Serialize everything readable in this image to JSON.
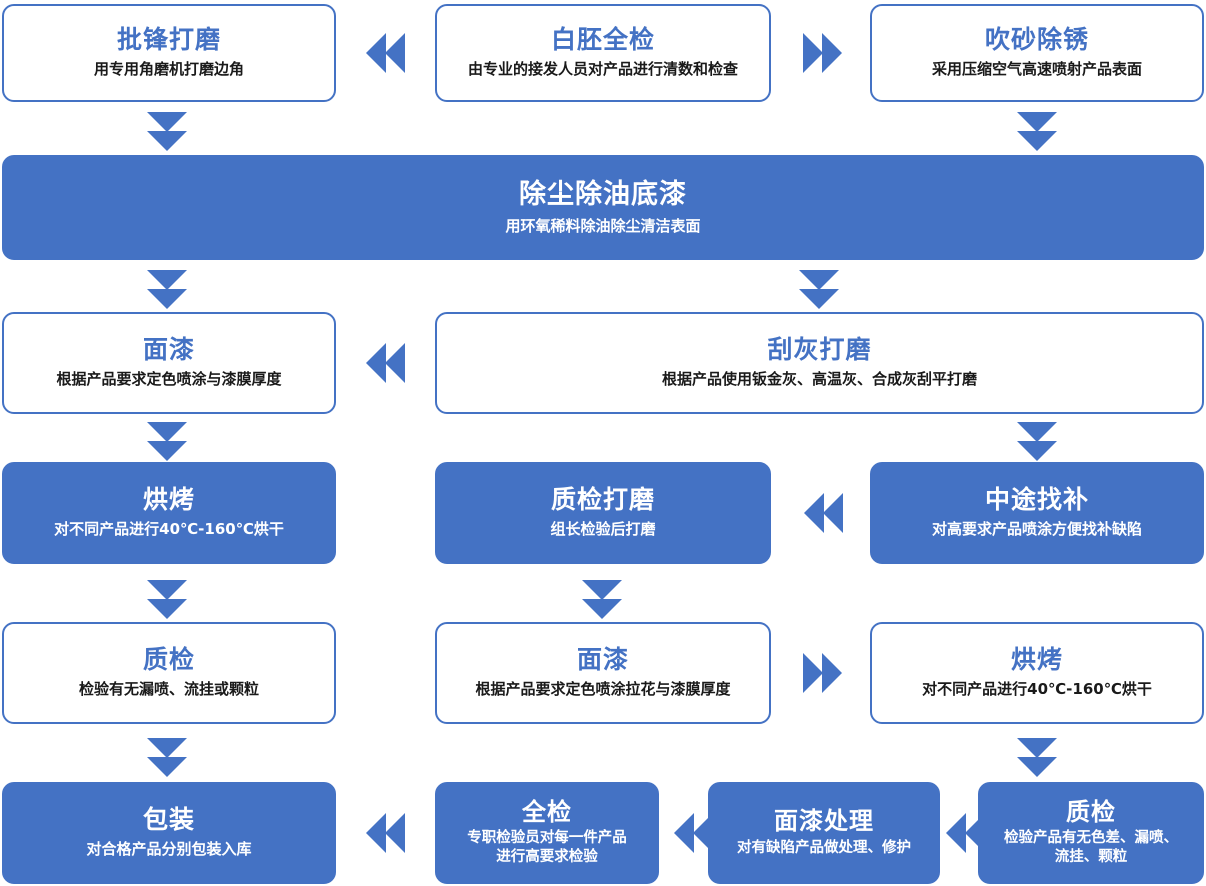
{
  "theme": {
    "accent": "#4472C4",
    "box_fill_white": "#FFFFFF",
    "box_fill_blue": "#4472C4",
    "title_color_on_white": "#4472C4",
    "title_color_on_blue": "#FFFFFF",
    "subtitle_color_on_white": "#1A1A1A",
    "subtitle_color_on_blue": "#FFFFFF",
    "arrow_color": "#4472C4",
    "page_background": "#FFFFFF"
  },
  "flow": {
    "nodes": [
      {
        "id": "n1",
        "title": "批锋打磨",
        "sub": "用专用角磨机打磨边角",
        "style": "white"
      },
      {
        "id": "n2",
        "title": "白胚全检",
        "sub": "由专业的接发人员对产品进行清数和检查",
        "style": "white"
      },
      {
        "id": "n3",
        "title": "吹砂除锈",
        "sub": "采用压缩空气高速喷射产品表面",
        "style": "white"
      },
      {
        "id": "n4",
        "title": "除尘除油底漆",
        "sub": "用环氧稀料除油除尘清洁表面",
        "style": "blue"
      },
      {
        "id": "n5",
        "title": "面漆",
        "sub": "根据产品要求定色喷涂与漆膜厚度",
        "style": "white"
      },
      {
        "id": "n6",
        "title": "刮灰打磨",
        "sub": "根据产品使用钣金灰、高温灰、合成灰刮平打磨",
        "style": "white"
      },
      {
        "id": "n7",
        "title": "烘烤",
        "sub": "对不同产品进行40℃-160℃烘干",
        "style": "blue"
      },
      {
        "id": "n8",
        "title": "质检打磨",
        "sub": "组长检验后打磨",
        "style": "blue"
      },
      {
        "id": "n9",
        "title": "中途找补",
        "sub": "对高要求产品喷涂方便找补缺陷",
        "style": "blue"
      },
      {
        "id": "n10",
        "title": "质检",
        "sub": "检验有无漏喷、流挂或颗粒",
        "style": "white"
      },
      {
        "id": "n11",
        "title": "面漆",
        "sub": "根据产品要求定色喷涂拉花与漆膜厚度",
        "style": "white"
      },
      {
        "id": "n12",
        "title": "烘烤",
        "sub": "对不同产品进行40℃-160℃烘干",
        "style": "white"
      },
      {
        "id": "n13",
        "title": "包装",
        "sub": "对合格产品分别包装入库",
        "style": "blue"
      },
      {
        "id": "n14",
        "title": "全检",
        "sub": "专职检验员对每一件产品\n进行高要求检验",
        "style": "blue"
      },
      {
        "id": "n15",
        "title": "面漆处理",
        "sub": "对有缺陷产品做处理、修护",
        "style": "blue"
      },
      {
        "id": "n16",
        "title": "质检",
        "sub": "检验产品有无色差、漏喷、\n流挂、颗粒",
        "style": "blue"
      }
    ],
    "connectors": [
      {
        "id": "c1",
        "icon": "double-chevron-left-icon",
        "from": "n2",
        "to": "n1"
      },
      {
        "id": "c2",
        "icon": "double-chevron-right-icon",
        "from": "n2",
        "to": "n3"
      },
      {
        "id": "c3",
        "icon": "double-chevron-down-icon",
        "from": "n1",
        "to": "n4"
      },
      {
        "id": "c4",
        "icon": "double-chevron-down-icon",
        "from": "n3",
        "to": "n4"
      },
      {
        "id": "c5",
        "icon": "double-chevron-down-icon",
        "from": "n4",
        "to": "n5"
      },
      {
        "id": "c6",
        "icon": "double-chevron-down-icon",
        "from": "n4",
        "to": "n6"
      },
      {
        "id": "c7",
        "icon": "double-chevron-left-icon",
        "from": "n6",
        "to": "n5"
      },
      {
        "id": "c8",
        "icon": "double-chevron-down-icon",
        "from": "n5",
        "to": "n7"
      },
      {
        "id": "c9",
        "icon": "double-chevron-down-icon",
        "from": "n6",
        "to": "n9"
      },
      {
        "id": "c10",
        "icon": "double-chevron-left-icon",
        "from": "n9",
        "to": "n8"
      },
      {
        "id": "c11",
        "icon": "double-chevron-down-icon",
        "from": "n7",
        "to": "n10"
      },
      {
        "id": "c12",
        "icon": "double-chevron-down-icon",
        "from": "n8",
        "to": "n11"
      },
      {
        "id": "c13",
        "icon": "double-chevron-right-icon",
        "from": "n11",
        "to": "n12"
      },
      {
        "id": "c14",
        "icon": "double-chevron-down-icon",
        "from": "n10",
        "to": "n13"
      },
      {
        "id": "c15",
        "icon": "double-chevron-down-icon",
        "from": "n12",
        "to": "n16"
      },
      {
        "id": "c16",
        "icon": "double-chevron-left-icon",
        "from": "n16",
        "to": "n15"
      },
      {
        "id": "c17",
        "icon": "double-chevron-left-icon",
        "from": "n15",
        "to": "n14"
      },
      {
        "id": "c18",
        "icon": "double-chevron-left-icon",
        "from": "n14",
        "to": "n13"
      }
    ]
  }
}
